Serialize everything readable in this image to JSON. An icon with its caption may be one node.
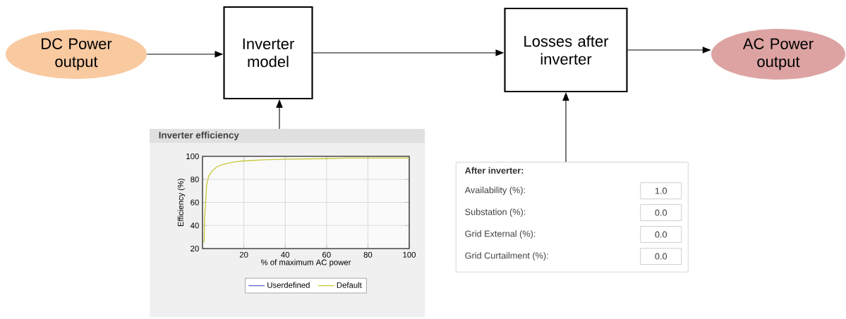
{
  "diagram": {
    "nodes": [
      {
        "text": [
          "DC Power output"
        ]
      },
      {
        "text": [
          "Inverter model"
        ]
      },
      {
        "text": [
          "Losses after inverter"
        ]
      },
      {
        "text": [
          "AC Power output"
        ]
      },
      {
        "text": [
          "Inverter efficiency"
        ]
      },
      {
        "text": [
          "After inverter:"
        ]
      }
    ],
    "edges": [
      {
        "from": 0,
        "to": 1,
        "arrow": "to"
      },
      {
        "from": 1,
        "to": 2,
        "arrow": "to"
      },
      {
        "from": 2,
        "to": 3,
        "arrow": "to"
      },
      {
        "from": 4,
        "to": 1,
        "arrow": "to"
      },
      {
        "from": 5,
        "to": 2,
        "arrow": "to"
      }
    ],
    "labels": [
      "Availability (%):",
      "1.0",
      "Substation (%):",
      "0.0",
      "Grid External (%):",
      "0.0",
      "Grid Curtailment (%):",
      "0.0"
    ],
    "chart_data": {
      "type": "line",
      "xlabel": "% of maximum AC power",
      "ylabel": "Efficiency (%)",
      "x": [
        0.8,
        1,
        2,
        3,
        5,
        7,
        10,
        15,
        20,
        30,
        40,
        60,
        70,
        100
      ],
      "series": [
        {
          "name": "Userdefined",
          "color": "#6666cc",
          "values": [
            null,
            null,
            null,
            null,
            null,
            null,
            null,
            null,
            null,
            null,
            null,
            null,
            null,
            null
          ]
        },
        {
          "name": "Default",
          "color": "#c8c83c",
          "values": [
            25,
            45,
            75,
            83,
            88,
            91,
            93,
            95,
            96,
            97,
            97.5,
            98,
            98.5,
            98.5
          ]
        }
      ],
      "grid": true,
      "xlim": [
        0,
        100
      ],
      "ylim": [
        20,
        100
      ],
      "xticks": [
        20,
        40,
        60,
        80,
        100
      ],
      "yticks": [
        20,
        40,
        60,
        80,
        100
      ]
    }
  }
}
